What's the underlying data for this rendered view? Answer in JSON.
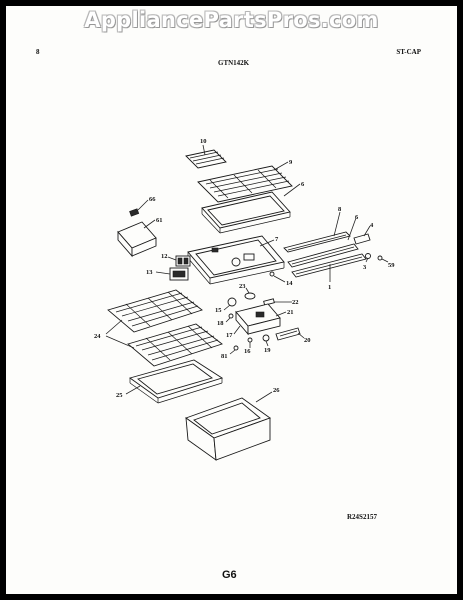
{
  "watermark": "AppliancePartsPros.com",
  "header": {
    "left": "8",
    "model": "GTN142K",
    "right": "ST-CAP"
  },
  "footer": {
    "ref_code": "R24S2157",
    "page_code": "G6"
  },
  "callouts": {
    "c10": "10",
    "c9": "9",
    "c6a": "6",
    "c66": "66",
    "c61": "61",
    "c8": "8",
    "c7": "7",
    "c6b": "6",
    "c4": "4",
    "c12": "12",
    "c13": "13",
    "c14": "14",
    "c1": "1",
    "c3": "3",
    "c59": "59",
    "c23": "23",
    "c22": "22",
    "c15": "15",
    "c18": "18",
    "c21": "21",
    "c17": "17",
    "c20": "20",
    "c24": "24",
    "c16": "16",
    "c19": "19",
    "c81": "81",
    "c25": "25",
    "c26": "26"
  }
}
